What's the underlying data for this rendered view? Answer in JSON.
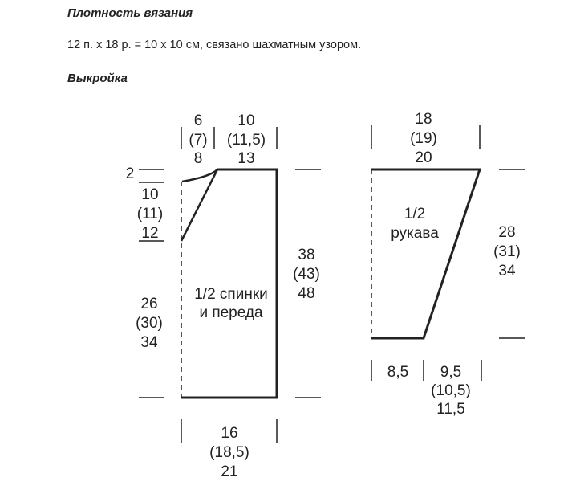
{
  "density": {
    "heading": "Плотность вязания",
    "text": "12 п. х 18 р. = 10 х 10 см, связано шахматным узором."
  },
  "pattern": {
    "heading": "Выкройка"
  },
  "body_piece": {
    "label_line1": "1/2 спинки",
    "label_line2": "и переда",
    "neck_width": [
      "6",
      "(7)",
      "8"
    ],
    "shoulder_width": [
      "10",
      "(11,5)",
      "13"
    ],
    "neck_depth": "2",
    "armhole_depth": [
      "10",
      "(11)",
      "12"
    ],
    "side_height": [
      "26",
      "(30)",
      "34"
    ],
    "total_height": [
      "38",
      "(43)",
      "48"
    ],
    "bottom_width": [
      "16",
      "(18,5)",
      "21"
    ]
  },
  "sleeve_piece": {
    "label_line1": "1/2",
    "label_line2": "рукава",
    "top_width": [
      "18",
      "(19)",
      "20"
    ],
    "height": [
      "28",
      "(31)",
      "34"
    ],
    "cuff_width": "8,5",
    "slope_width": [
      "9,5",
      "(10,5)",
      "11,5"
    ]
  }
}
